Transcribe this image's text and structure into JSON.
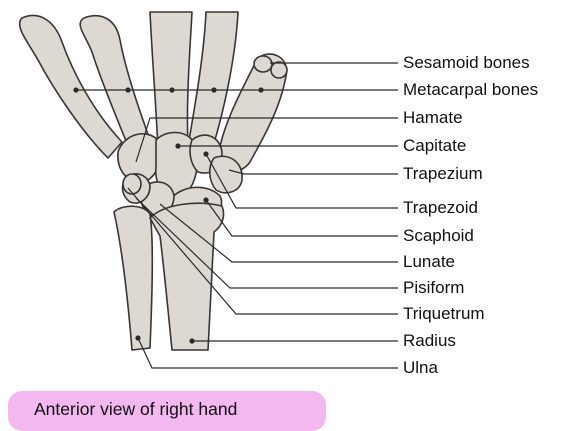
{
  "caption": "Anterior view of right hand",
  "labels": [
    "Sesamoid bones",
    "Metacarpal bones",
    "Hamate",
    "Capitate",
    "Trapezium",
    "Trapezoid",
    "Scaphoid",
    "Lunate",
    "Pisiform",
    "Triquetrum",
    "Radius",
    "Ulna"
  ],
  "colors": {
    "bone_fill": "#ded8d2",
    "bone_stroke": "#3a3535",
    "leader_line": "#2a2a2a",
    "caption_bg": "#f2b8ef"
  }
}
